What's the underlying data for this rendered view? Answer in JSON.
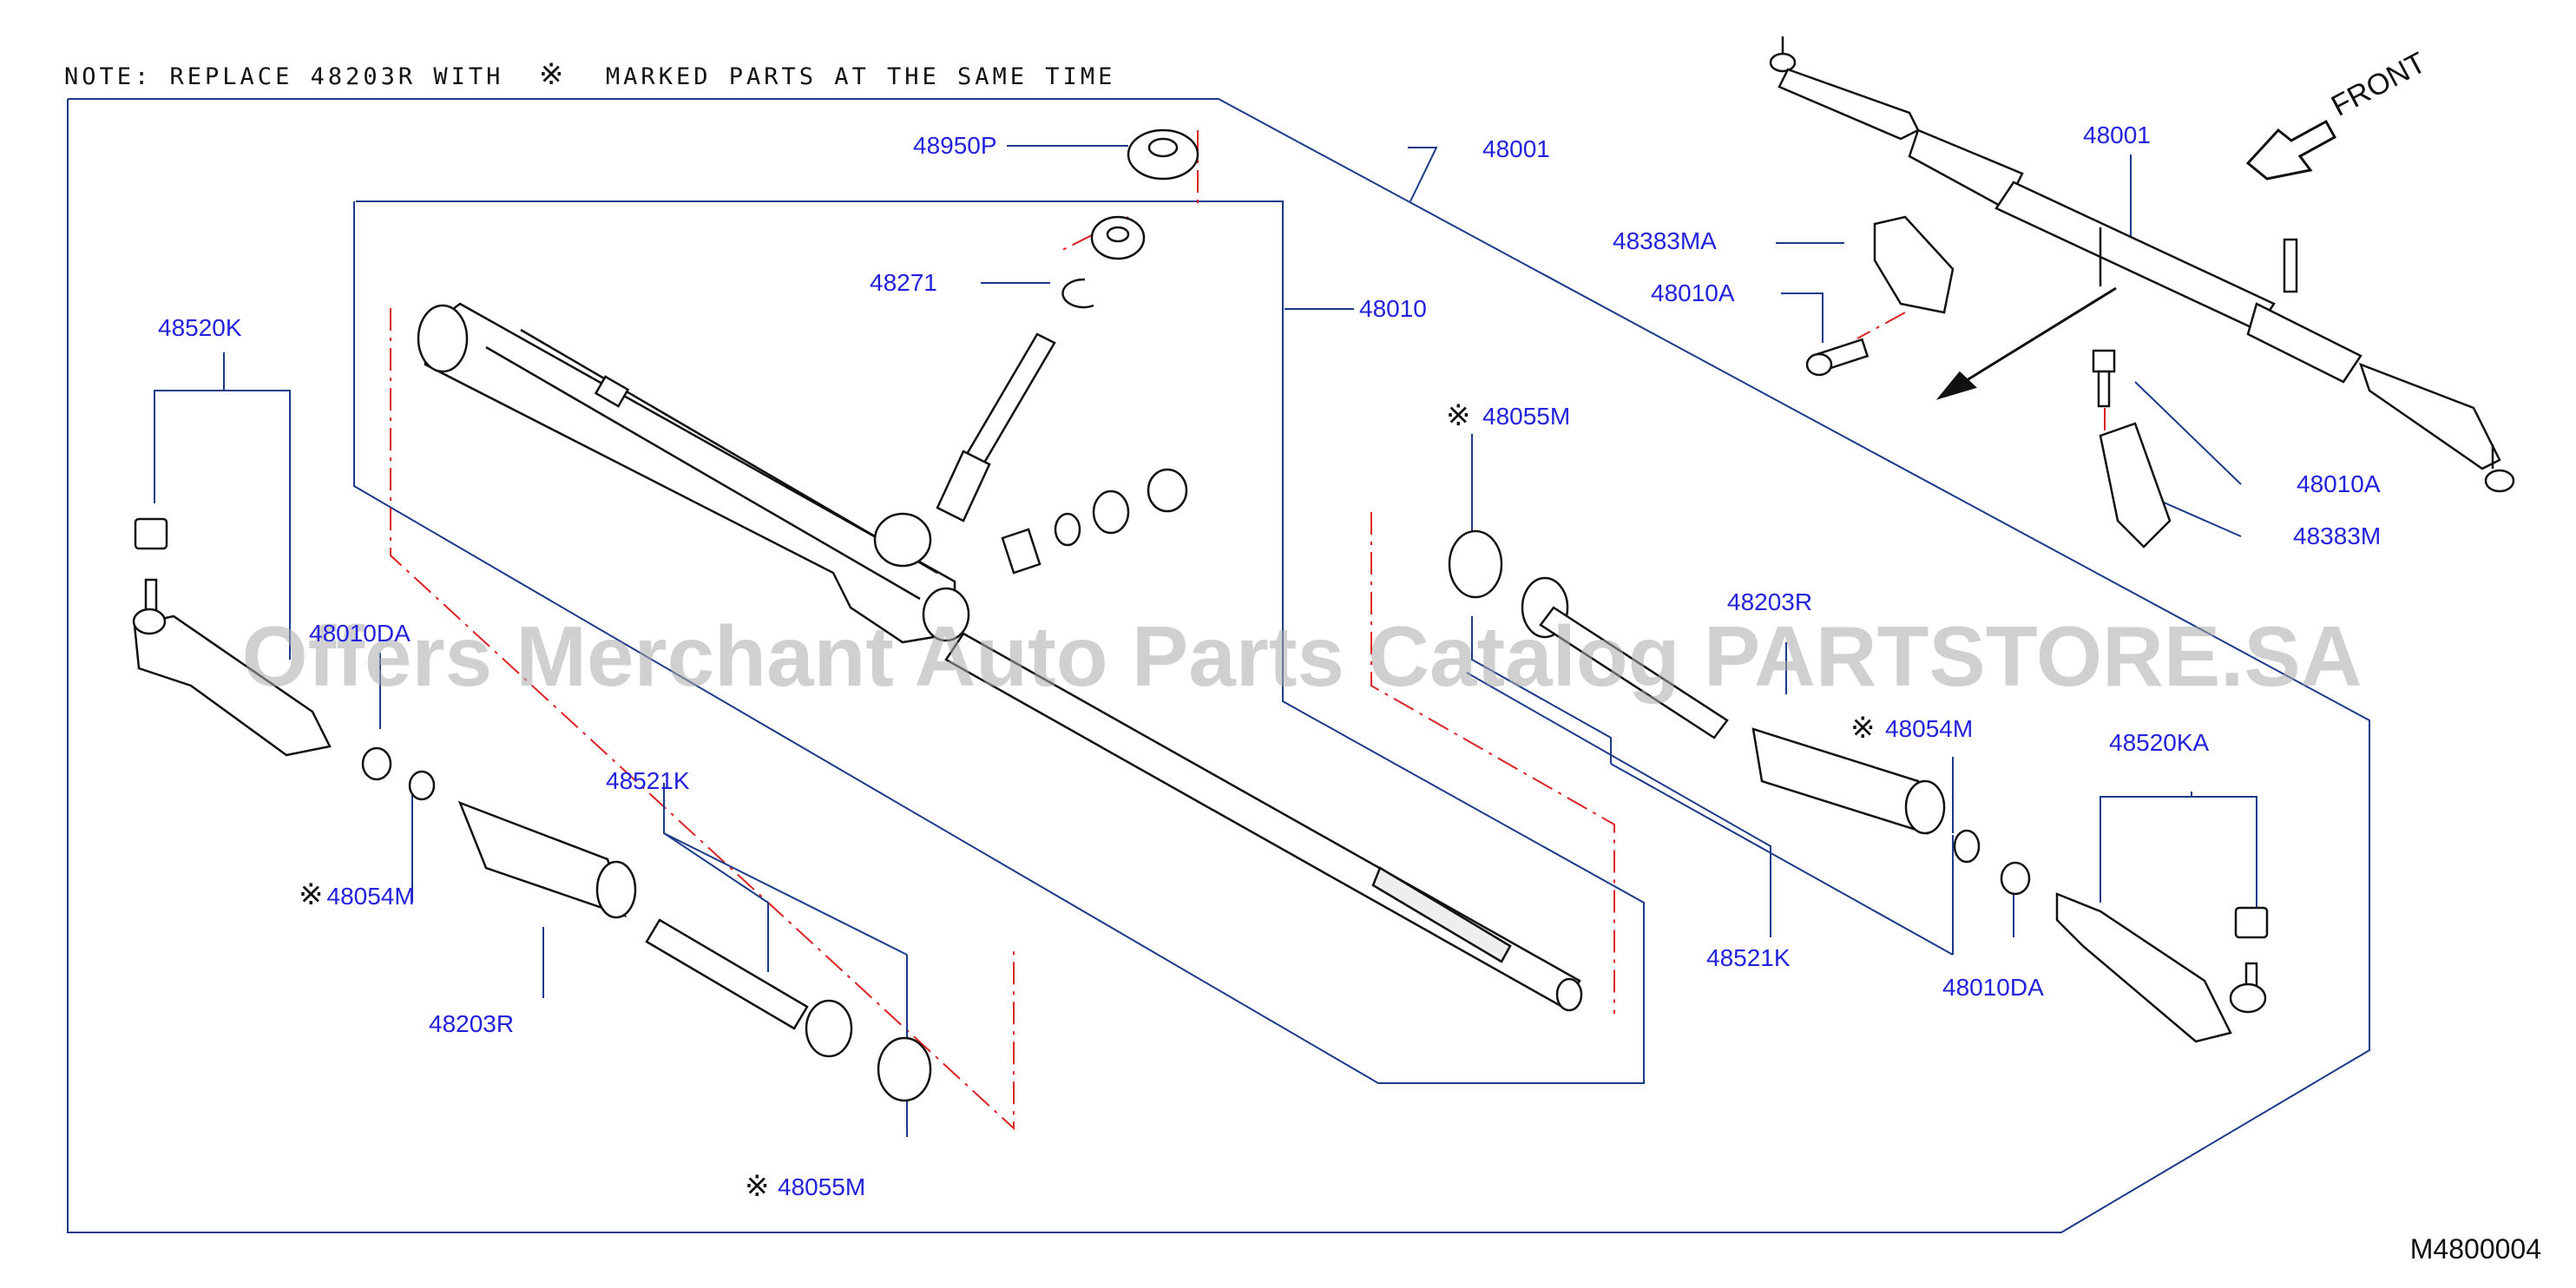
{
  "note": {
    "prefix": "NOTE: REPLACE 48203R WITH",
    "mark": "※",
    "suffix": "MARKED PARTS AT THE SAME TIME"
  },
  "figure_id": "M4800004",
  "watermark": "Offers Merchant Auto Parts Catalog PARTSTORE.SA",
  "front_label": "FRONT",
  "labels": {
    "p48950P": "48950P",
    "p48271": "48271",
    "p48010": "48010",
    "p48001_main": "48001",
    "p48001_inset": "48001",
    "p48520K": "48520K",
    "p48010DA_left": "48010DA",
    "p48521K_left": "48521K",
    "p48054M_left": "48054M",
    "p48203R_left": "48203R",
    "p48055M_left": "48055M",
    "p48055M_right": "48055M",
    "p48203R_right": "48203R",
    "p48054M_right": "48054M",
    "p48521K_right": "48521K",
    "p48010DA_right": "48010DA",
    "p48520KA": "48520KA",
    "p48383MA": "48383MA",
    "p48010A_upper": "48010A",
    "p48010A_lower": "48010A",
    "p48383M": "48383M"
  },
  "colors": {
    "label": "#2222dd",
    "leader": "#1a3a8a",
    "centerline": "#dd2222",
    "part": "#111111"
  }
}
